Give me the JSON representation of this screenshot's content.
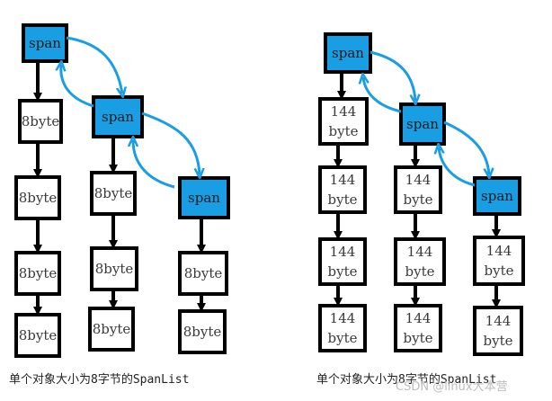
{
  "colors": {
    "span_fill": "#1a9ee3",
    "arrow_blue": "#1a9ee3",
    "border": "#000000",
    "box_fill": "#ffffff"
  },
  "span_label": "span",
  "left_diagram": {
    "caption": "单个对象大小为8字节的SpanList",
    "byte_label": [
      "8byte"
    ]
  },
  "right_diagram": {
    "caption": "单个对象大小为8字节的SpanList",
    "byte_label": [
      "144",
      "byte"
    ]
  },
  "watermark": "CSDN @linux大本营"
}
